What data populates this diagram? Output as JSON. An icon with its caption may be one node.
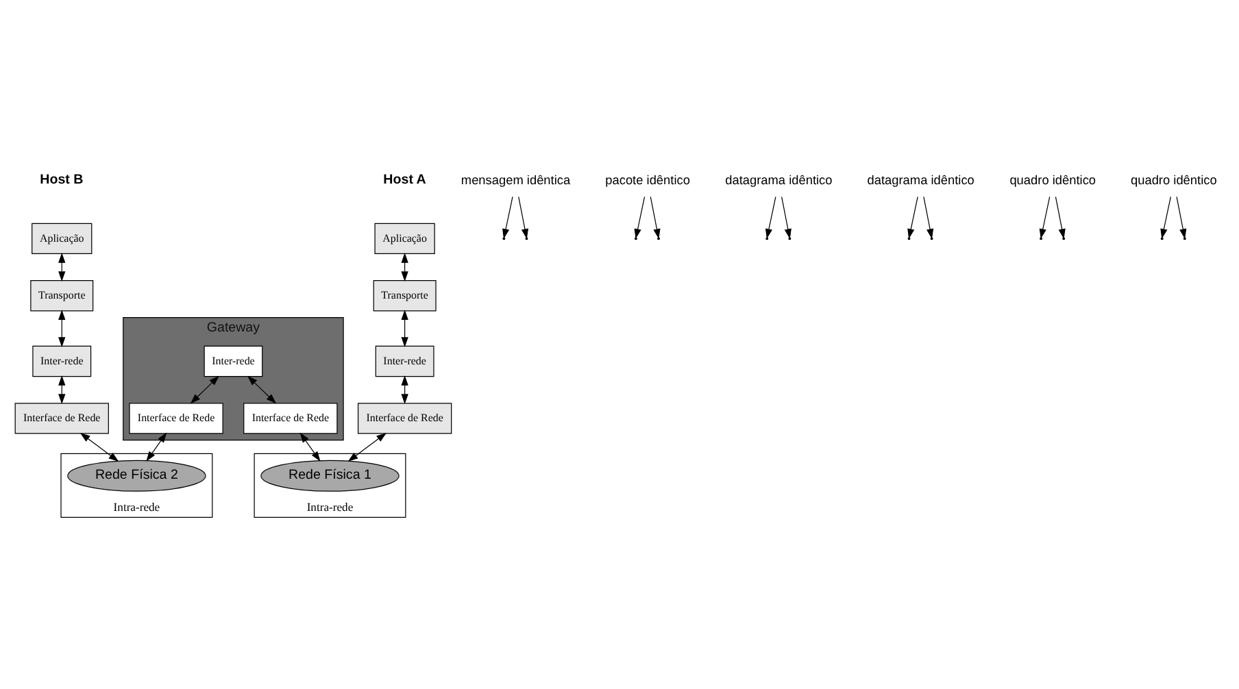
{
  "diagram": {
    "nodes": [
      {
        "text": [
          "Aplicação"
        ]
      },
      {
        "text": [
          "Transporte"
        ]
      },
      {
        "text": [
          "Inter-rede"
        ]
      },
      {
        "text": [
          "Interface de Rede"
        ]
      },
      {
        "text": [
          "Gateway"
        ]
      },
      {
        "text": [
          "Inter-rede"
        ],
        "in": 4
      },
      {
        "text": [
          "Interface de Rede"
        ],
        "in": 4
      },
      {
        "text": [
          "Interface de Rede"
        ],
        "in": 4
      },
      {
        "text": [
          "Aplicação"
        ]
      },
      {
        "text": [
          "Transporte"
        ]
      },
      {
        "text": [
          "Inter-rede"
        ]
      },
      {
        "text": [
          "Interface de Rede"
        ]
      },
      {
        "text": [
          "Intra-rede"
        ]
      },
      {
        "text": [
          "Rede Física 1"
        ],
        "in": 12
      },
      {
        "text": [
          "Intra-rede"
        ]
      },
      {
        "text": [
          "Rede Física 2"
        ],
        "in": 14
      },
      {
        "text": [
          "mensagem idêntica"
        ]
      },
      {
        "text": [
          "pacote idêntico"
        ]
      },
      {
        "text": [
          "datagrama idêntico"
        ]
      },
      {
        "text": [
          "datagrama idêntico"
        ]
      },
      {
        "text": [
          "quadro idêntico"
        ]
      },
      {
        "text": [
          "quadro idêntico"
        ]
      }
    ],
    "edges": [
      {
        "from": 0,
        "to": 1,
        "arrow": "both"
      },
      {
        "from": 1,
        "to": 2,
        "arrow": "both"
      },
      {
        "from": 2,
        "to": 3,
        "arrow": "both"
      },
      {
        "from": 5,
        "to": 6,
        "arrow": "both"
      },
      {
        "from": 5,
        "to": 7,
        "arrow": "both"
      },
      {
        "from": 8,
        "to": 9,
        "arrow": "both"
      },
      {
        "from": 9,
        "to": 10,
        "arrow": "both"
      },
      {
        "from": 10,
        "to": 11,
        "arrow": "both"
      },
      {
        "from": 3,
        "to": 13,
        "arrow": "both"
      },
      {
        "from": 6,
        "to": 13,
        "arrow": "both"
      },
      {
        "from": 7,
        "to": 15,
        "arrow": "both"
      },
      {
        "from": 11,
        "to": 15,
        "arrow": "both"
      },
      {
        "from": 16,
        "to": null,
        "arrow": "to"
      },
      {
        "from": 16,
        "to": null,
        "arrow": "to"
      },
      {
        "from": 17,
        "to": null,
        "arrow": "to"
      },
      {
        "from": 17,
        "to": null,
        "arrow": "to"
      },
      {
        "from": 18,
        "to": null,
        "arrow": "to"
      },
      {
        "from": 18,
        "to": null,
        "arrow": "to"
      },
      {
        "from": 19,
        "to": null,
        "arrow": "to"
      },
      {
        "from": 19,
        "to": null,
        "arrow": "to"
      },
      {
        "from": 20,
        "to": null,
        "arrow": "to"
      },
      {
        "from": 20,
        "to": null,
        "arrow": "to"
      },
      {
        "from": 21,
        "to": null,
        "arrow": "to"
      },
      {
        "from": 21,
        "to": null,
        "arrow": "to"
      }
    ],
    "labels": [
      "Host A",
      "Host B"
    ]
  }
}
